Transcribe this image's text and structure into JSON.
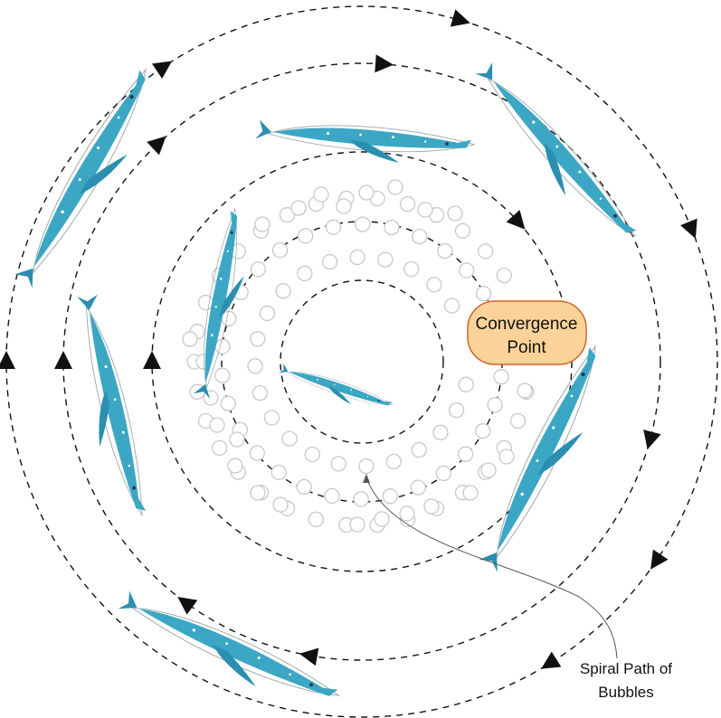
{
  "labels": {
    "convergence_line1": "Convergence",
    "convergence_line2": "Point",
    "spiral_line1": "Spiral Path of",
    "spiral_line2": "Bubbles"
  },
  "colors": {
    "whale": "#3ba7c4",
    "whale_dark": "#2a8fb0",
    "callout_fill": "#fbd39a",
    "callout_stroke": "#d0672a",
    "ring": "#111111",
    "bubble": "#c8c8c8"
  },
  "icons": [
    "whale-icon",
    "arrow-head-icon",
    "bubble-icon"
  ]
}
